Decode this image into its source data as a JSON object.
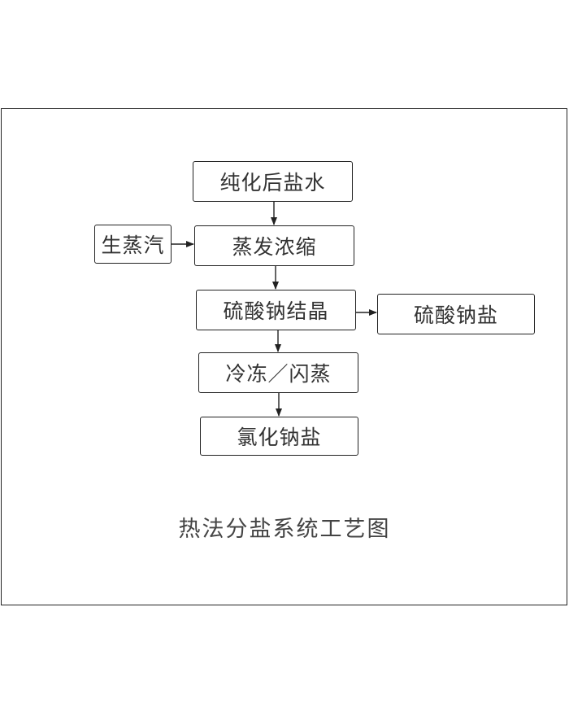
{
  "diagram": {
    "nodes": {
      "purified_brine": "纯化后盐水",
      "raw_steam": "生蒸汽",
      "evaporation": "蒸发浓缩",
      "sulfate_crystallization": "硫酸钠结晶",
      "sodium_sulfate_salt": "硫酸钠盐",
      "freeze_flash": "冷冻／闪蒸",
      "sodium_chloride_salt": "氯化钠盐"
    },
    "caption": "热法分盐系统工艺图"
  },
  "colors": {
    "line": "#222222",
    "text": "#333333"
  }
}
